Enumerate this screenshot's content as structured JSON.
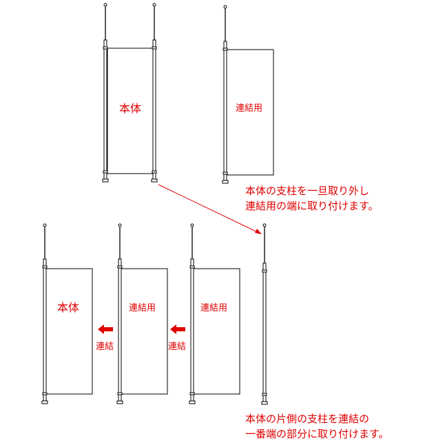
{
  "labels": {
    "main_top": "本体",
    "link_top": "連結用",
    "main_bottom": "本体",
    "link_bottom_1": "連結用",
    "link_bottom_2": "連結用",
    "connect_1": "連結",
    "connect_2": "連結"
  },
  "notes": {
    "step1_line1": "本体の支柱を一旦取り外し",
    "step1_line2": "連結用の端に取り付けます。",
    "step2_line1": "本体の片側の支柱を連結の",
    "step2_line2": "一番端の部分に取り付けます。"
  },
  "colors": {
    "accent": "#e00000",
    "line": "#000000"
  }
}
